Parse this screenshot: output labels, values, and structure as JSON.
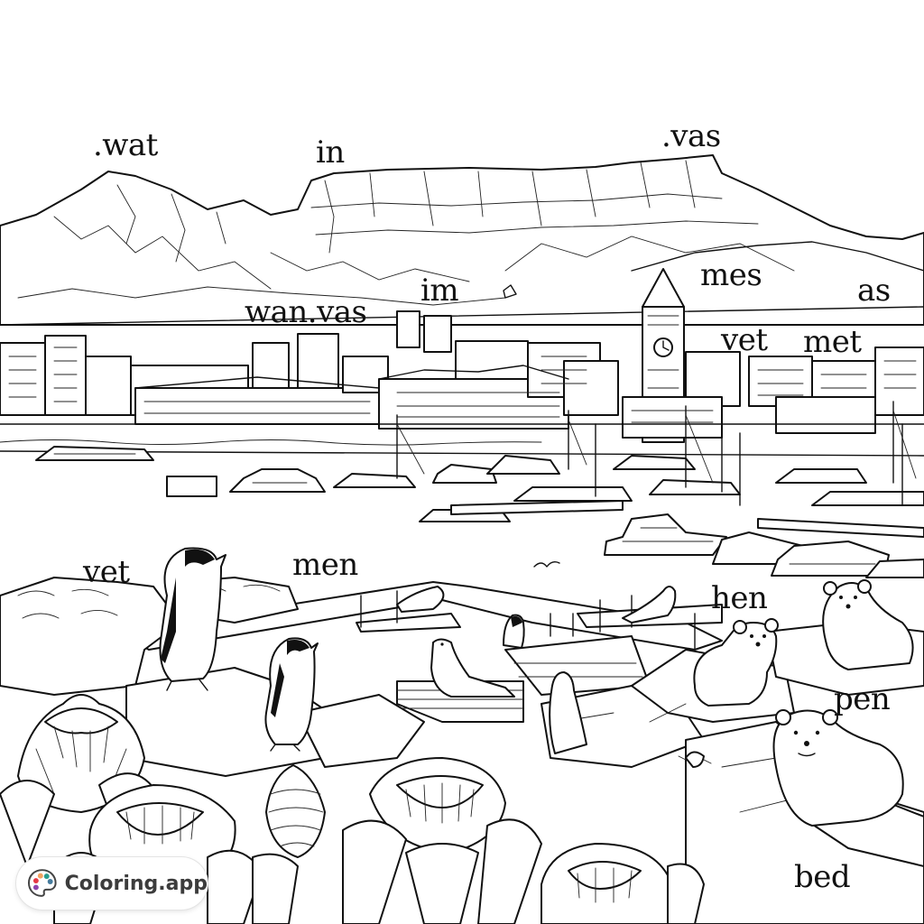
{
  "brand": {
    "name": "Coloring.app",
    "icon": "palette-icon"
  },
  "labels": {
    "wat": ".wat",
    "in": "in",
    "vas_top": ".vas",
    "im": "im",
    "wanvas": "wan.vas",
    "mes": "mes",
    "as": "as",
    "vet_top": "vet",
    "met": "met",
    "vet_left": "vet",
    "men": "men",
    "hen": "hen",
    "pen": "pen",
    "bed": "bed"
  }
}
